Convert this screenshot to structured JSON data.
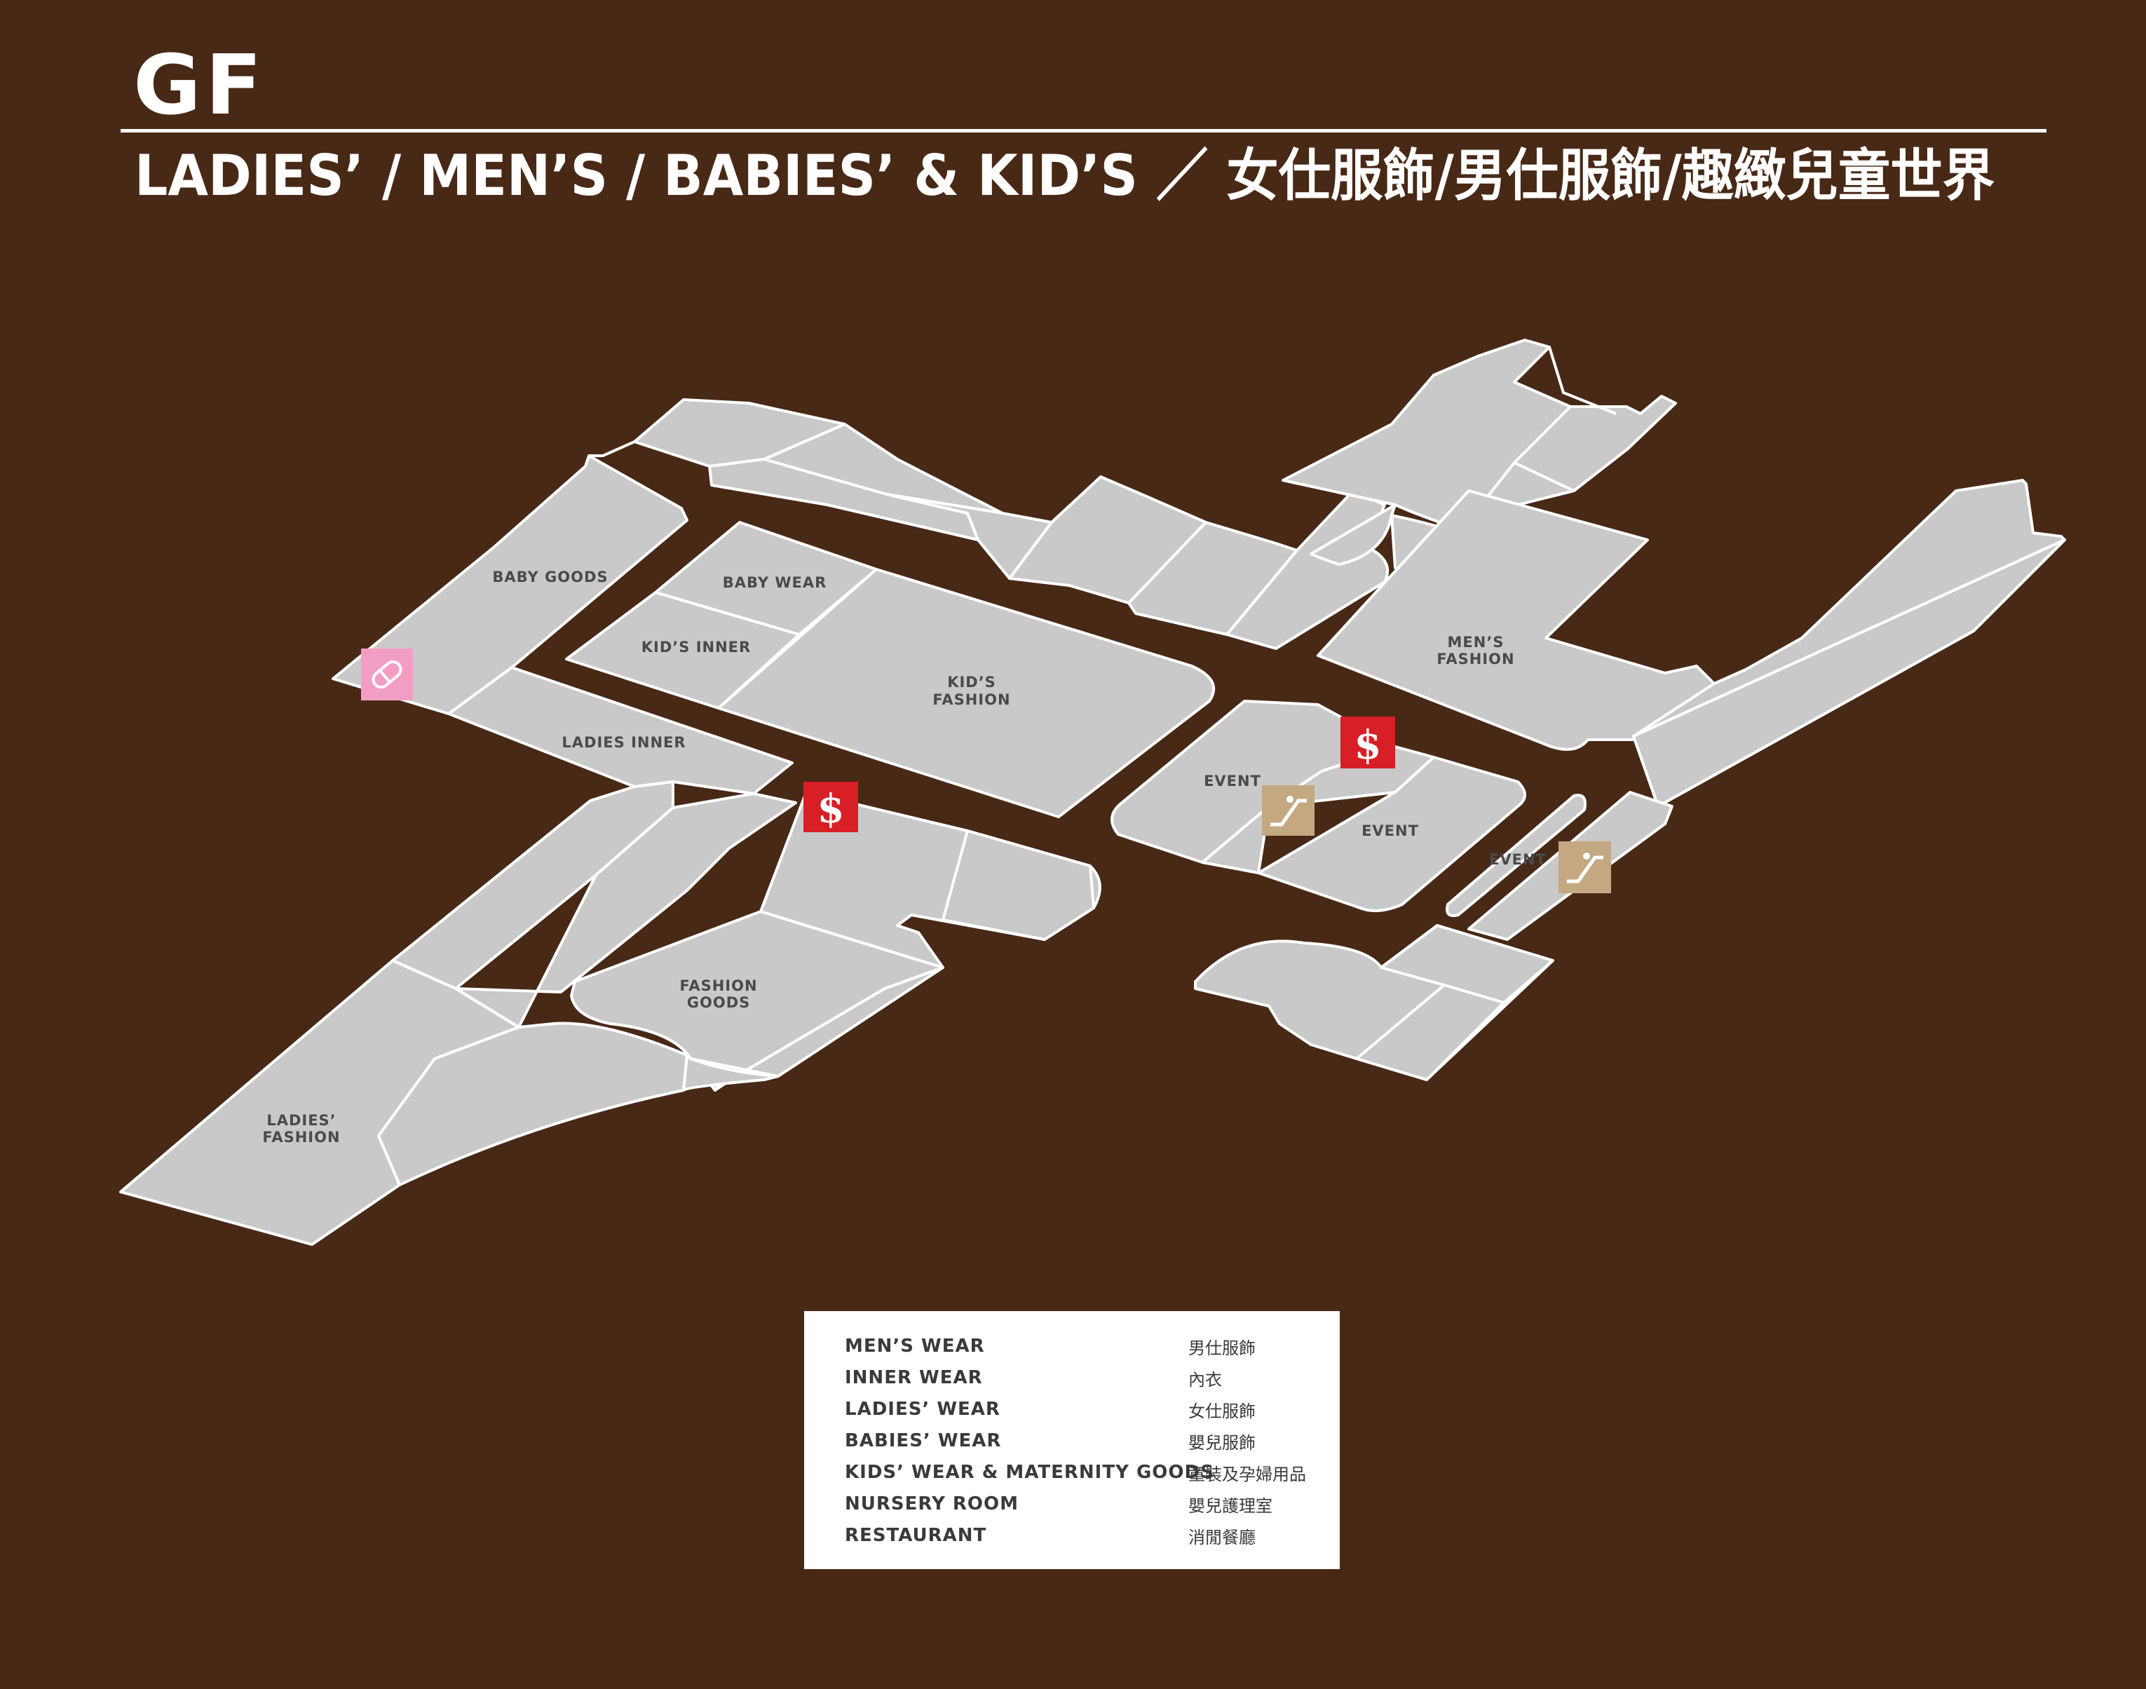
{
  "header": {
    "floor": "GF",
    "subtitle": "LADIES’ / MEN’S / BABIES’ & KID’S ／ 女仕服飾/男仕服飾/趣緻兒童世界"
  },
  "areas": {
    "baby_goods": "BABY GOODS",
    "baby_wear": "BABY WEAR",
    "kids_inner": "KID’S INNER",
    "kids_fashion_1": "KID’S",
    "kids_fashion_2": "FASHION",
    "ladies_inner": "LADIES INNER",
    "mens_fashion_1": "MEN’S",
    "mens_fashion_2": "FASHION",
    "event_1": "EVENT",
    "event_2": "EVENT",
    "event_3": "EVENT",
    "fashion_goods_1": "FASHION",
    "fashion_goods_2": "GOODS",
    "ladies_fashion_1": "LADIES’",
    "ladies_fashion_2": "FASHION"
  },
  "icons": {
    "cashier": "$",
    "cashier_color": "#d81f26",
    "escalator_color": "#c4a882",
    "nursery_color": "#f29ec4"
  },
  "legend": [
    {
      "en": "MEN’S WEAR",
      "zh": "男仕服飾"
    },
    {
      "en": "INNER WEAR",
      "zh": "內衣"
    },
    {
      "en": "LADIES’ WEAR",
      "zh": "女仕服飾"
    },
    {
      "en": "BABIES’ WEAR",
      "zh": "嬰兒服飾"
    },
    {
      "en": "KIDS’ WEAR & MATERNITY GOODS",
      "zh": "童裝及孕婦用品"
    },
    {
      "en": "NURSERY ROOM",
      "zh": "嬰兒護理室"
    },
    {
      "en": "RESTAURANT",
      "zh": "消閒餐廳"
    }
  ],
  "colors": {
    "background": "#482916",
    "shop_fill": "#c9c9c9",
    "outline": "#ffffff"
  }
}
